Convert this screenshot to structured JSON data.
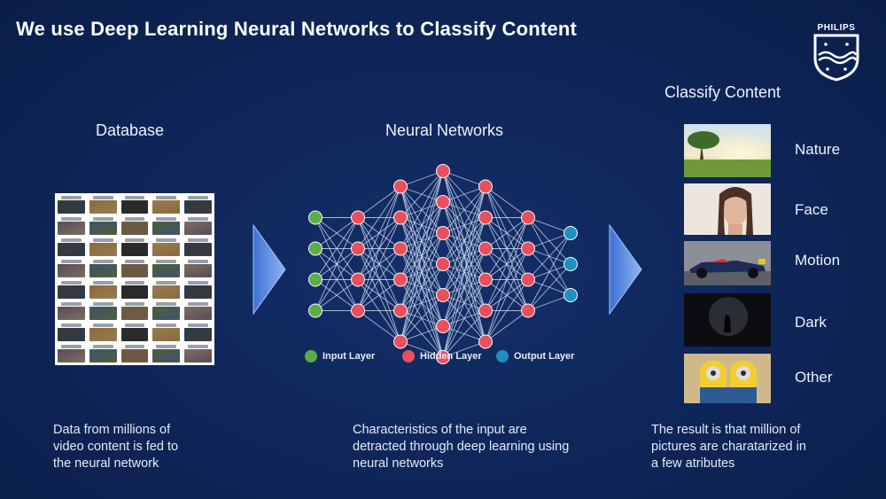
{
  "title": "We use Deep Learning Neural Networks to Classify Content",
  "logo": {
    "brand": "PHILIPS",
    "icon": "philips-shield-icon"
  },
  "database": {
    "heading": "Database",
    "caption": [
      "Data from millions of",
      "video content is fed to",
      "the neural network"
    ]
  },
  "neural_networks": {
    "heading": "Neural Networks",
    "legend": [
      {
        "label": "Input Layer",
        "color": "#5cad48"
      },
      {
        "label": "Hidden Layer",
        "color": "#e8505b"
      },
      {
        "label": "Output Layer",
        "color": "#1e8fbf"
      }
    ],
    "layers": [
      4,
      4,
      6,
      7,
      6,
      4,
      3
    ],
    "caption": [
      "Characteristics of the input are",
      "detracted through deep learning using",
      "neural networks"
    ]
  },
  "classify": {
    "heading": "Classify Content",
    "categories": [
      {
        "label": "Nature"
      },
      {
        "label": "Face"
      },
      {
        "label": "Motion"
      },
      {
        "label": "Dark"
      },
      {
        "label": "Other"
      }
    ],
    "caption": [
      "The result is that million of",
      "pictures are charatarized in",
      "a few atributes"
    ]
  },
  "colors": {
    "background": "#0e2558",
    "arrow": "#6b9be8",
    "line": "#c9d3ea"
  }
}
